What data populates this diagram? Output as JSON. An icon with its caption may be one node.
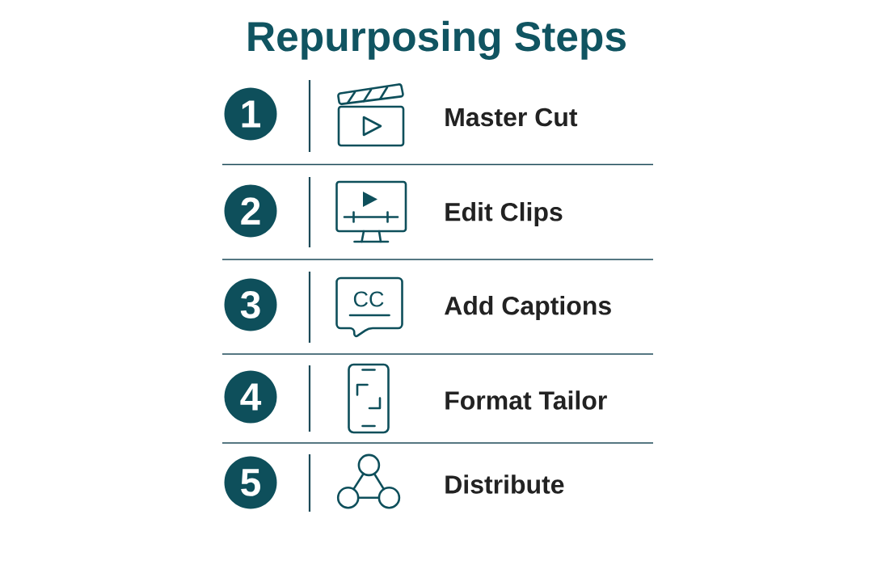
{
  "diagram": {
    "title": "Repurposing Steps",
    "nodes": [
      {
        "text": [
          "1"
        ]
      },
      {
        "text": [
          "2"
        ]
      },
      {
        "text": [
          "3"
        ]
      },
      {
        "text": [
          "4"
        ]
      },
      {
        "text": [
          "5"
        ]
      }
    ],
    "labels": [
      "Master Cut",
      "Edit Clips",
      "CC",
      "Add Captions",
      "Format Tailor",
      "Distribute"
    ]
  }
}
